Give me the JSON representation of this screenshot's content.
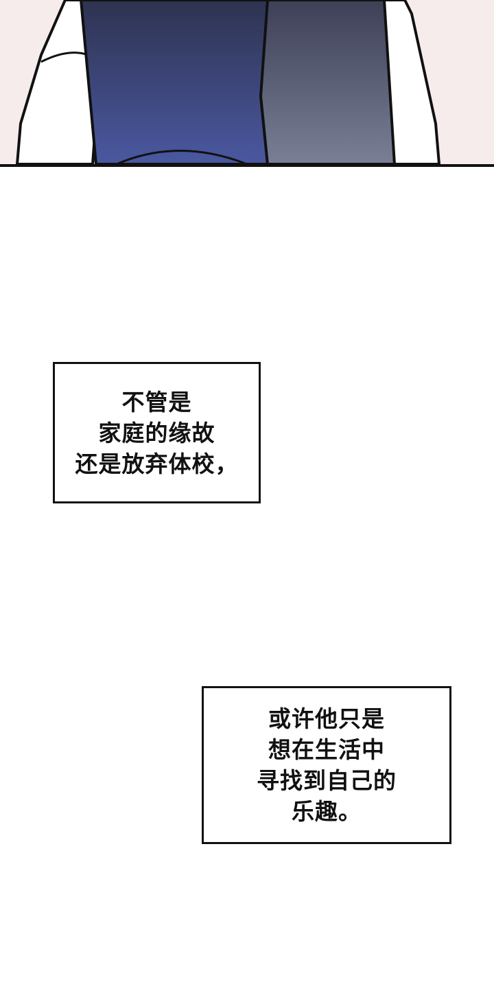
{
  "captions": [
    {
      "lines": [
        "不管是",
        "家庭的缘故",
        "还是放弃体校，"
      ]
    },
    {
      "lines": [
        "或许他只是",
        "想在生活中",
        "寻找到自己的",
        "乐趣。"
      ]
    }
  ],
  "colors": {
    "panel_bg": "#f6ecec",
    "jacket_blue": "#3f4a86",
    "jacket_gray": "#6a6f86",
    "shirt_white": "#ffffff",
    "ink": "#111111"
  }
}
